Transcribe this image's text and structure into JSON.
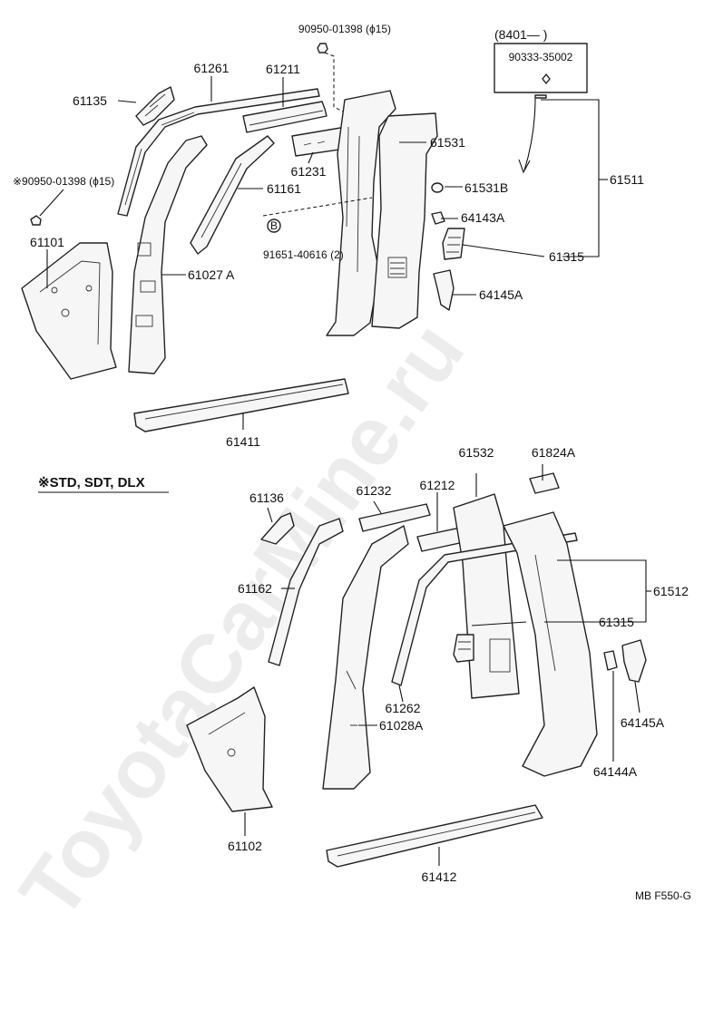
{
  "watermark": "ToyotaCarMine.ru",
  "note": "※STD, SDT, DLX",
  "figure_code": "MB  F550-G",
  "labels": {
    "p90950_top": "90950-01398 (ϕ15)",
    "p8401": "(8401—        )",
    "p90333": "90333-35002",
    "p61261": "61261",
    "p61211": "61211",
    "p61135": "61135",
    "p90950_left": "※90950-01398 (ϕ15)",
    "p61531": "61531",
    "p61511": "61511",
    "p61231": "61231",
    "p61161": "61161",
    "p61531B": "61531B",
    "p64143A": "64143A",
    "p91651": "91651-40616 (2)",
    "p61315a": "61315",
    "p61101": "61101",
    "p61027A": "61027 A",
    "p64145Aa": "64145A",
    "p61411": "61411",
    "p61532": "61532",
    "p61824A": "61824A",
    "p61136": "61136",
    "p61232": "61232",
    "p61212": "61212",
    "p61162": "61162",
    "p61512": "61512",
    "p61315b": "61315",
    "p61262": "61262",
    "p61028A": "61028A",
    "p64145Ab": "64145A",
    "p64144A": "64144A",
    "p61102": "61102",
    "p61412": "61412",
    "bolt_symbol": "B"
  }
}
